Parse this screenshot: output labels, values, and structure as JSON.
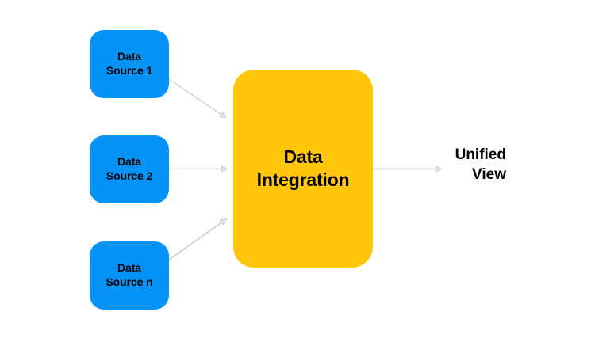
{
  "diagram": {
    "title": "Data Integration Unified View Flow",
    "background_color": "#ffffff",
    "source_color": "#0693f5",
    "process_color": "#ffc60b",
    "edge_color": "#cccccc",
    "text_color": "#000000",
    "nodes": {
      "source_1": {
        "label": "Data\nSource 1"
      },
      "source_2": {
        "label": "Data\nSource 2"
      },
      "source_3": {
        "label": "Data\nSource n"
      },
      "integration": {
        "label": "Data\nIntegration"
      },
      "output": {
        "label": "Unified\nView"
      }
    },
    "edges": [
      {
        "name": "source-1-to-integration",
        "from": "source_1",
        "to": "integration"
      },
      {
        "name": "source-2-to-integration",
        "from": "source_2",
        "to": "integration"
      },
      {
        "name": "source-n-to-integration",
        "from": "source_3",
        "to": "integration"
      },
      {
        "name": "integration-to-unified-view",
        "from": "integration",
        "to": "output"
      }
    ]
  }
}
